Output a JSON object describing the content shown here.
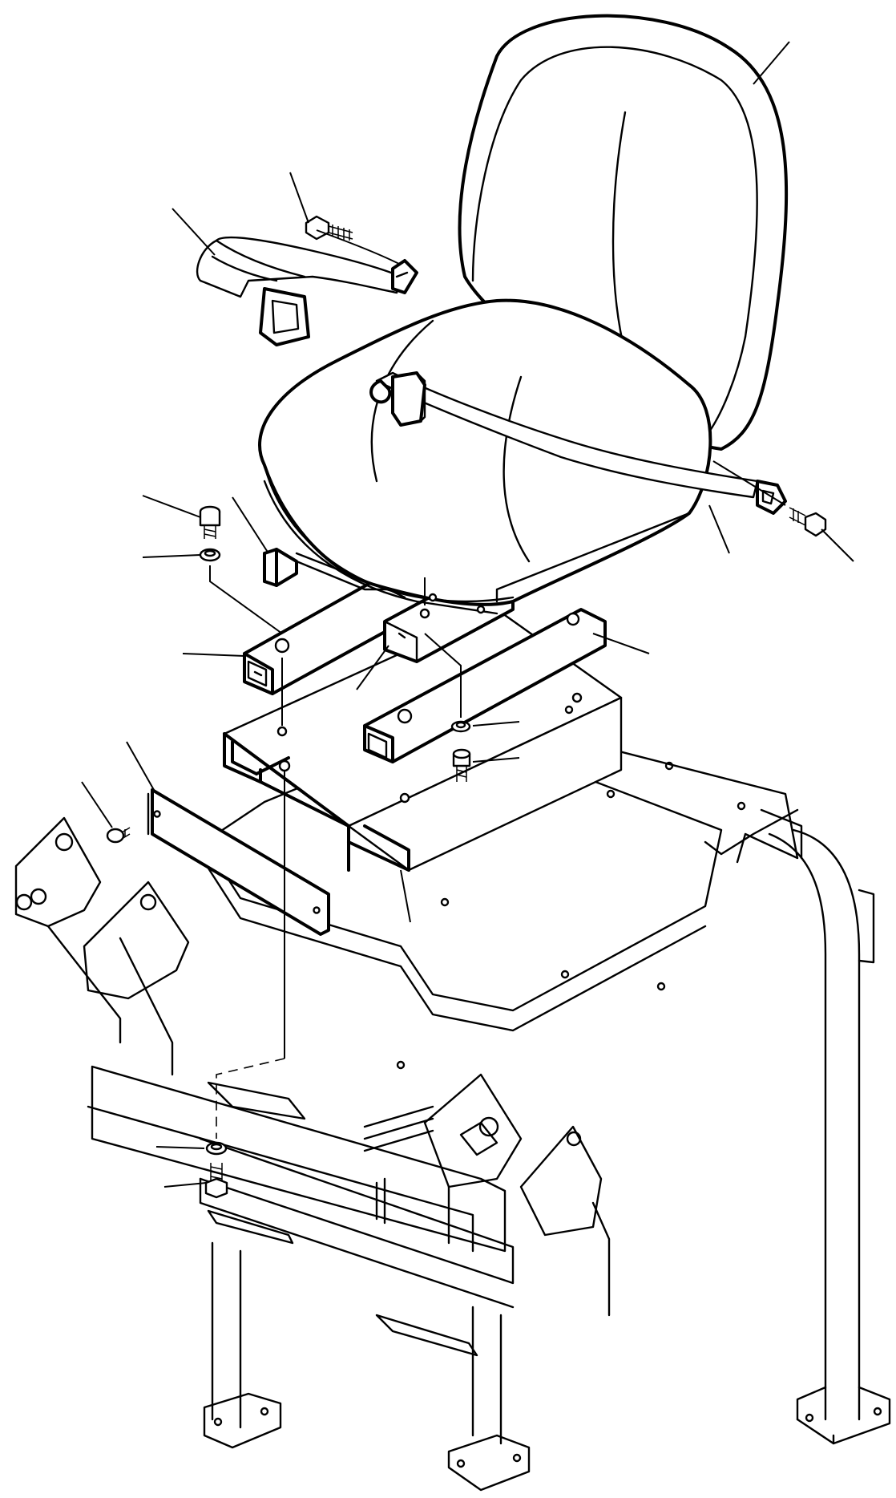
{
  "figure": {
    "type": "exploded-assembly-diagram",
    "text_labels": []
  },
  "parts": [
    "seat",
    "seat-belt",
    "seat-rail",
    "seat-bracket",
    "cover-plate",
    "bolt",
    "washer",
    "floor-frame",
    "roll-bar"
  ],
  "callout_count": 17,
  "colors": {
    "ink": "#000000",
    "paper": "#ffffff"
  }
}
